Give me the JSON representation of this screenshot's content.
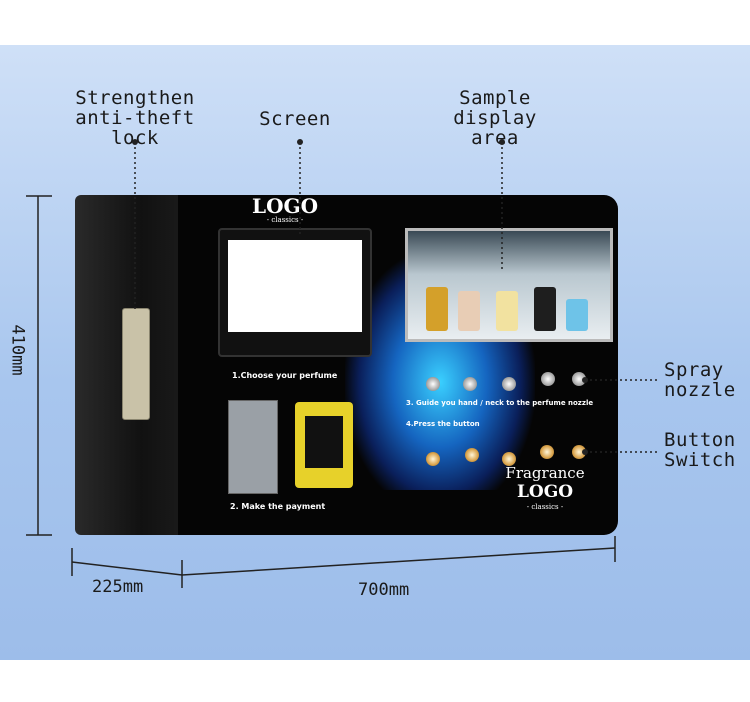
{
  "callouts": {
    "lock": "Strengthen\nanti-theft lock",
    "screen": "Screen",
    "sample": "Sample\ndisplay area",
    "spray": "Spray\nnozzle",
    "button": "Button\nSwitch"
  },
  "dimensions": {
    "height": "410mm",
    "depth": "225mm",
    "width": "700mm"
  },
  "machine": {
    "logo_top": "LOGO",
    "logo_top_sub": "- classics -",
    "logo_bottom_script": "Fragrance",
    "logo_bottom": "LOGO",
    "logo_bottom_sub": "- classics -",
    "step1": "1.Choose your perfume",
    "step2": "2. Make the payment",
    "step3": "3. Guide you hand / neck to the perfume nozzle",
    "step4": "4.Press the button"
  },
  "colors": {
    "background": "#a8c6ee",
    "machine": "#050505",
    "button_gold": "#d9a24a"
  }
}
